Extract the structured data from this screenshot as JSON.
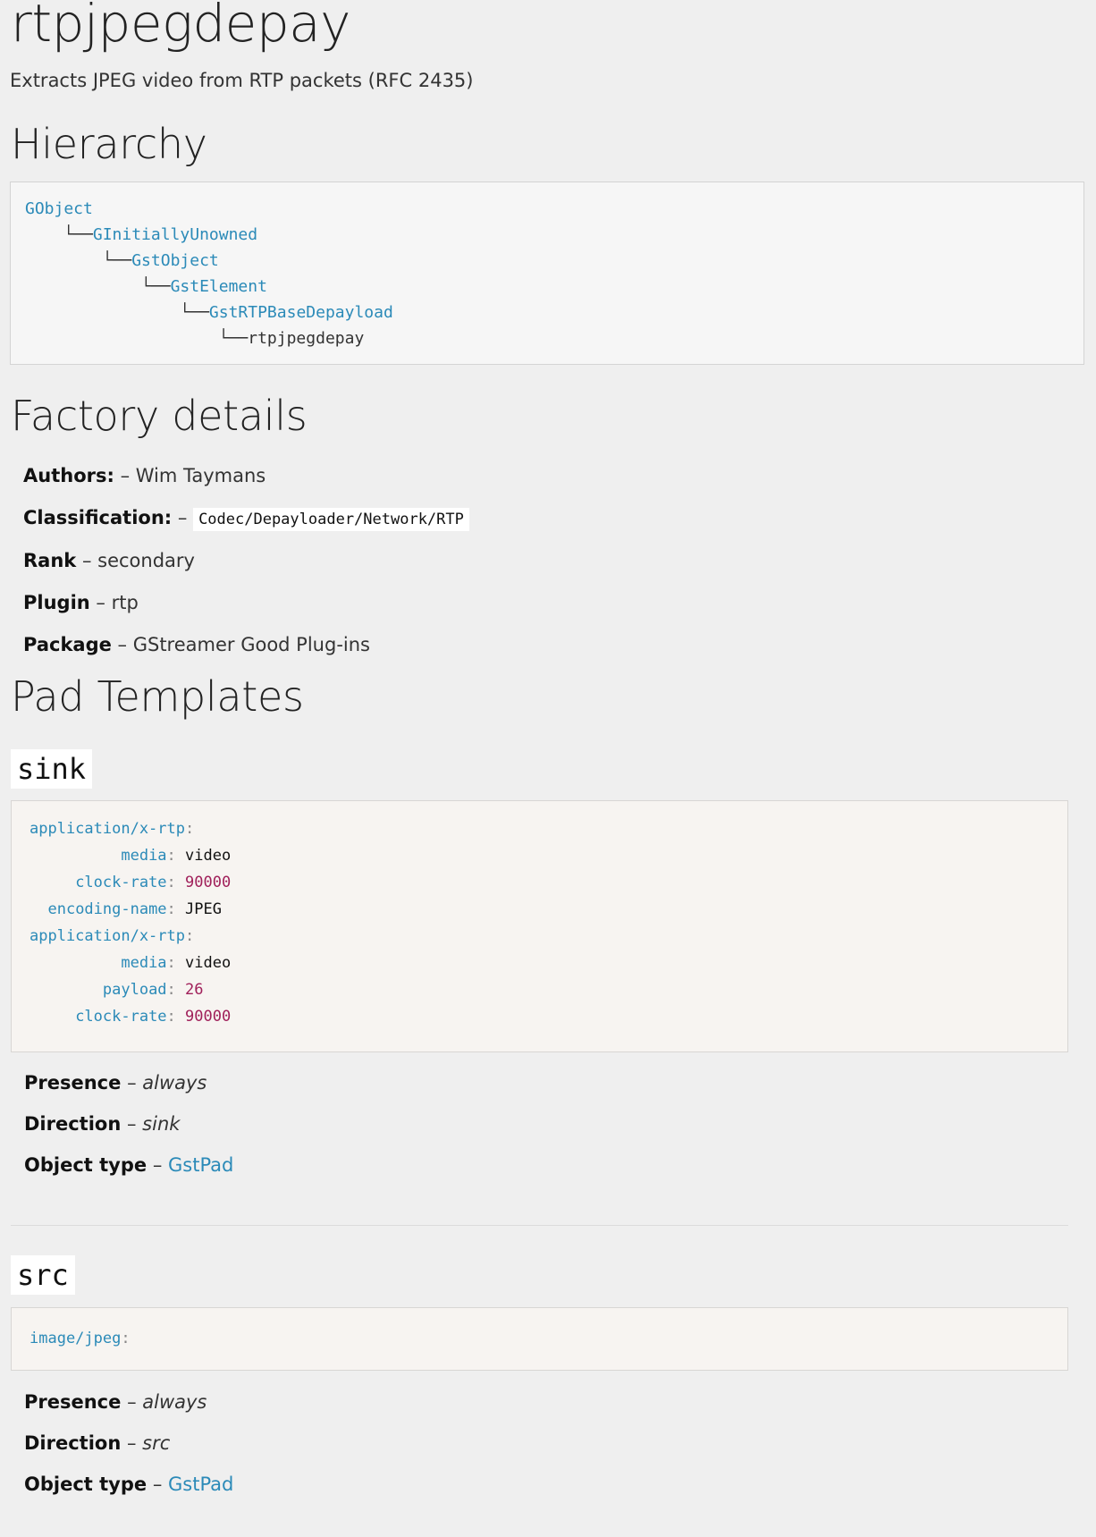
{
  "title": "rtpjpegdepay",
  "subtitle": "Extracts JPEG video from RTP packets (RFC 2435)",
  "hierarchy": {
    "heading": "Hierarchy",
    "items": [
      {
        "tree": "",
        "name": "GObject"
      },
      {
        "tree": "    └──",
        "name": "GInitiallyUnowned"
      },
      {
        "tree": "        └──",
        "name": "GstObject"
      },
      {
        "tree": "            └──",
        "name": "GstElement"
      },
      {
        "tree": "                └──",
        "name": "GstRTPBaseDepayload"
      },
      {
        "tree": "                    └──",
        "name": "rtpjpegdepay"
      }
    ]
  },
  "factory": {
    "heading": "Factory details",
    "authors_label": "Authors:",
    "authors_value": "– Wim Taymans",
    "classification_label": "Classification:",
    "classification_dash": "–",
    "classification_value": "Codec/Depayloader/Network/RTP",
    "rank_label": "Rank",
    "rank_value": "– secondary",
    "plugin_label": "Plugin",
    "plugin_value": "– rtp",
    "package_label": "Package",
    "package_value": "– GStreamer Good Plug-ins"
  },
  "pad_templates": {
    "heading": "Pad Templates",
    "sink": {
      "name": "sink",
      "caps": [
        {
          "indent": "",
          "key": "application/x-rtp",
          "sep": ":",
          "value": "",
          "vtype": "str"
        },
        {
          "indent": "          ",
          "key": "media",
          "sep": ": ",
          "value": "video",
          "vtype": "str"
        },
        {
          "indent": "     ",
          "key": "clock-rate",
          "sep": ": ",
          "value": "90000",
          "vtype": "num"
        },
        {
          "indent": "  ",
          "key": "encoding-name",
          "sep": ": ",
          "value": "JPEG",
          "vtype": "str"
        },
        {
          "indent": "",
          "key": "application/x-rtp",
          "sep": ":",
          "value": "",
          "vtype": "str"
        },
        {
          "indent": "          ",
          "key": "media",
          "sep": ": ",
          "value": "video",
          "vtype": "str"
        },
        {
          "indent": "        ",
          "key": "payload",
          "sep": ": ",
          "value": "26",
          "vtype": "num"
        },
        {
          "indent": "     ",
          "key": "clock-rate",
          "sep": ": ",
          "value": "90000",
          "vtype": "num"
        }
      ],
      "presence_label": "Presence",
      "presence_dash": "–",
      "presence_value": "always",
      "direction_label": "Direction",
      "direction_dash": "–",
      "direction_value": "sink",
      "objtype_label": "Object type",
      "objtype_dash": "–",
      "objtype_value": "GstPad"
    },
    "src": {
      "name": "src",
      "caps": [
        {
          "indent": "",
          "key": "image/jpeg",
          "sep": ":",
          "value": "",
          "vtype": "str"
        }
      ],
      "presence_label": "Presence",
      "presence_dash": "–",
      "presence_value": "always",
      "direction_label": "Direction",
      "direction_dash": "–",
      "direction_value": "src",
      "objtype_label": "Object type",
      "objtype_dash": "–",
      "objtype_value": "GstPad"
    }
  },
  "colors": {
    "link": "#2b8ab8",
    "number": "#a0205a",
    "background": "#efefef"
  }
}
